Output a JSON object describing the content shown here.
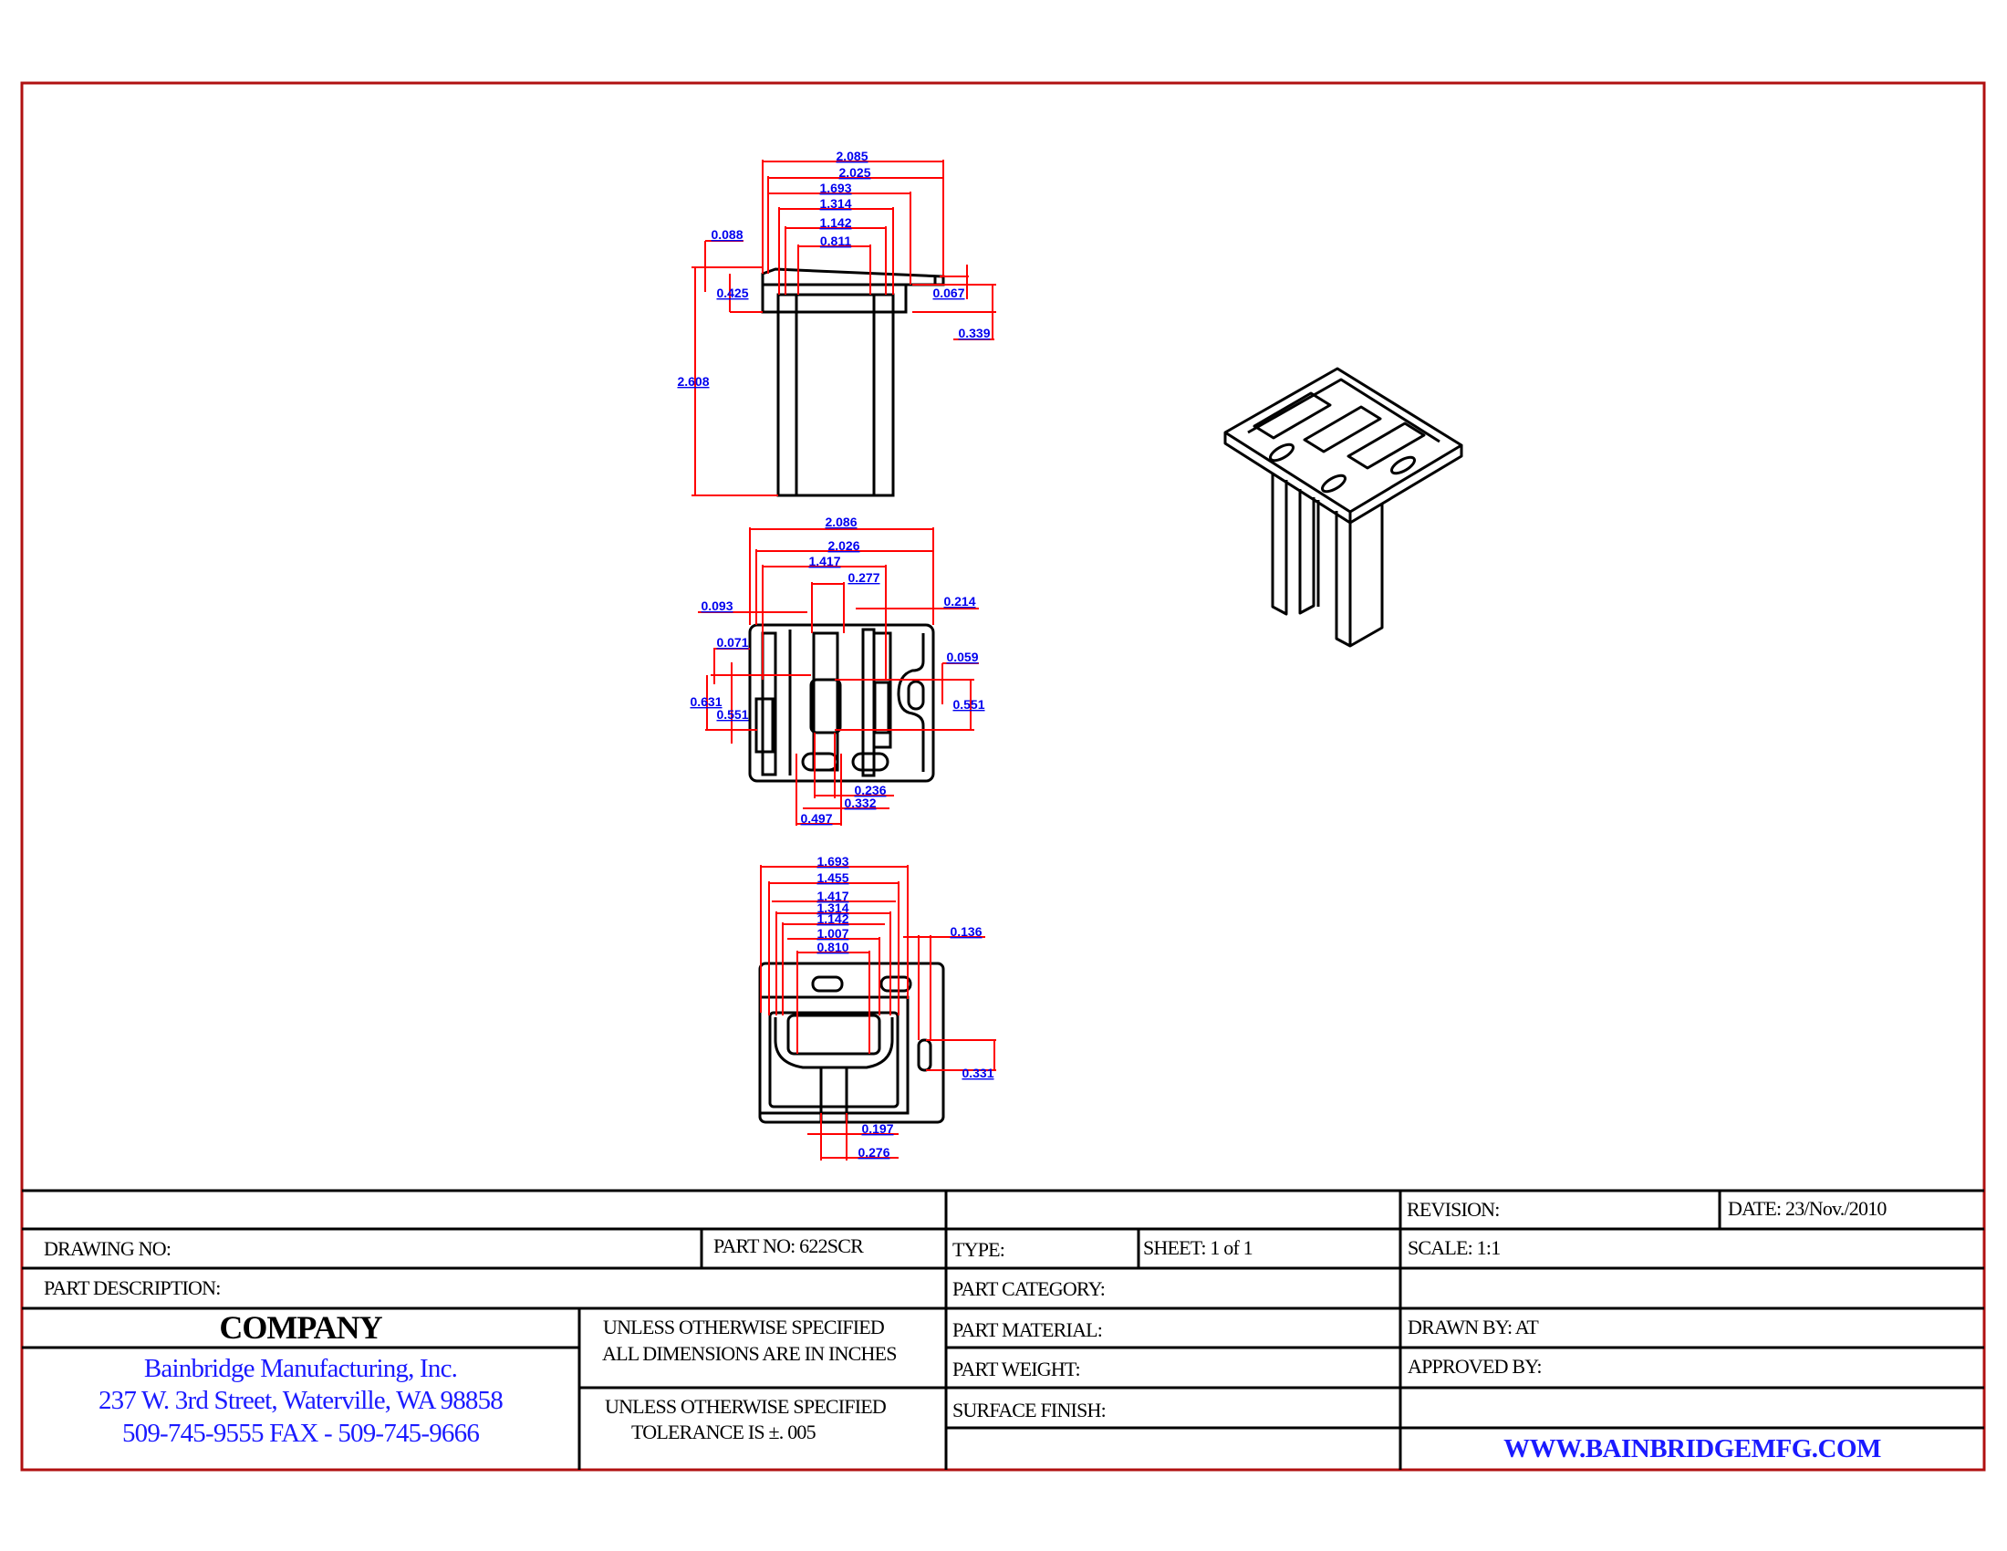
{
  "colors": {
    "border": "#b01010",
    "dimension_line": "#ff0000",
    "dimension_text": "#0000ee",
    "company_text": "#1a1aff"
  },
  "views": {
    "front": {
      "dims": [
        "2.085",
        "2.025",
        "1.693",
        "1.314",
        "1.142",
        "0.811",
        "0.088",
        "0.425",
        "0.067",
        "0.339",
        "2.608"
      ]
    },
    "top": {
      "dims": [
        "2.086",
        "2.026",
        "1.417",
        "0.277",
        "0.093",
        "0.214",
        "0.071",
        "0.059",
        "0.631",
        "0.551",
        "0.551",
        "0.236",
        "0.332",
        "0.497"
      ]
    },
    "bottom": {
      "dims": [
        "1.693",
        "1.455",
        "1.417",
        "1.314",
        "1.142",
        "1.007",
        "0.810",
        "0.136",
        "0.331",
        "0.197",
        "0.276"
      ]
    }
  },
  "title_block": {
    "drawing_no": "DRAWING NO:",
    "part_no": "PART NO: 622SCR",
    "part_description": "PART DESCRIPTION:",
    "company_header": "COMPANY",
    "company_name": "Bainbridge Manufacturing, Inc.",
    "company_address": "237 W. 3rd Street, Waterville, WA 98858",
    "company_phone": "509-745-9555 FAX - 509-745-9666",
    "note1_line1": "UNLESS OTHERWISE SPECIFIED",
    "note1_line2": "ALL DIMENSIONS ARE IN INCHES",
    "note2_line1": "UNLESS OTHERWISE SPECIFIED",
    "note2_line2": "TOLERANCE IS  ±. 005",
    "type": "TYPE:",
    "sheet": "SHEET:  1 of 1",
    "part_category": "PART CATEGORY:",
    "part_material": "PART MATERIAL:",
    "part_weight": "PART WEIGHT:",
    "surface_finish": "SURFACE FINISH:",
    "revision": "REVISION:",
    "date": "DATE:    23/Nov./2010",
    "scale": "SCALE:    1:1",
    "drawn_by": "DRAWN BY:    AT",
    "approved_by": "APPROVED BY:",
    "website": "WWW.BAINBRIDGEMFG.COM"
  }
}
